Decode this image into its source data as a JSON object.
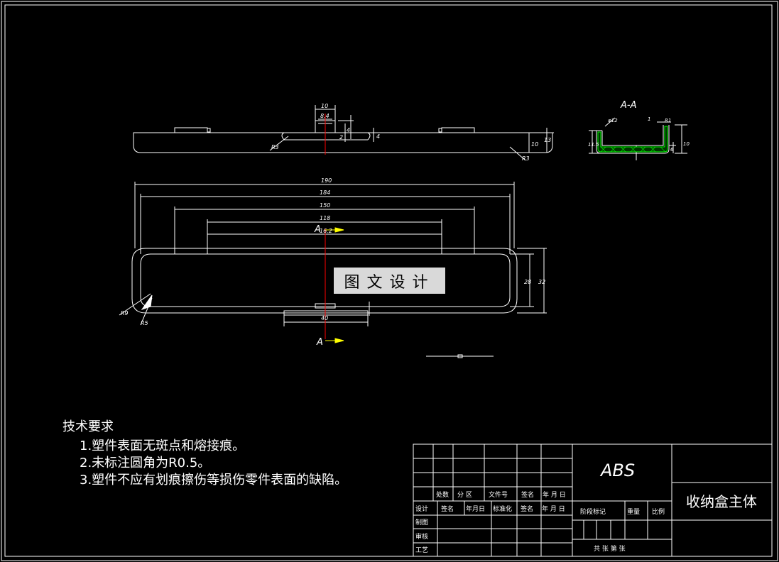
{
  "tech_requirements": {
    "title": "技术要求",
    "items": [
      "1.塑件表面无斑点和熔接痕。",
      "2.未标注圆角为R0.5。",
      "3.塑件不应有划痕擦伤等损伤零件表面的缺陷。"
    ]
  },
  "watermark": "图文设计",
  "section_label": "A-A",
  "section_marks": {
    "top": "A",
    "bottom": "A"
  },
  "dimensions": {
    "top_view": [
      "10",
      "8.4",
      "4",
      "2",
      "4",
      "R3",
      "10",
      "13",
      "R3"
    ],
    "plan_view": [
      "190",
      "184",
      "150",
      "118",
      "16.2",
      "28",
      "32",
      "R9",
      "R5",
      "40"
    ],
    "section_view": [
      "φ12",
      "11.5",
      "1",
      "R1",
      "6",
      "10"
    ]
  },
  "title_block": {
    "material": "ABS",
    "part_name": "收纳盒主体",
    "rev_headers": [
      "处数",
      "分 区",
      "文件号",
      "签名",
      "年 月 日"
    ],
    "sign_headers": [
      "设计",
      "签名",
      "年月日",
      "标准化",
      "签名",
      "年 月 日"
    ],
    "rows": [
      "制图",
      "审核",
      "工艺"
    ],
    "stage_label": "阶段标记",
    "weight_label": "重量",
    "scale_label": "比例",
    "sheets": "共  张 第  张"
  },
  "colors": {
    "line": "#ffffff",
    "centerline": "#ff0000",
    "arrow": "#ffff00",
    "hatch": "#00ff00",
    "background": "#000000"
  }
}
